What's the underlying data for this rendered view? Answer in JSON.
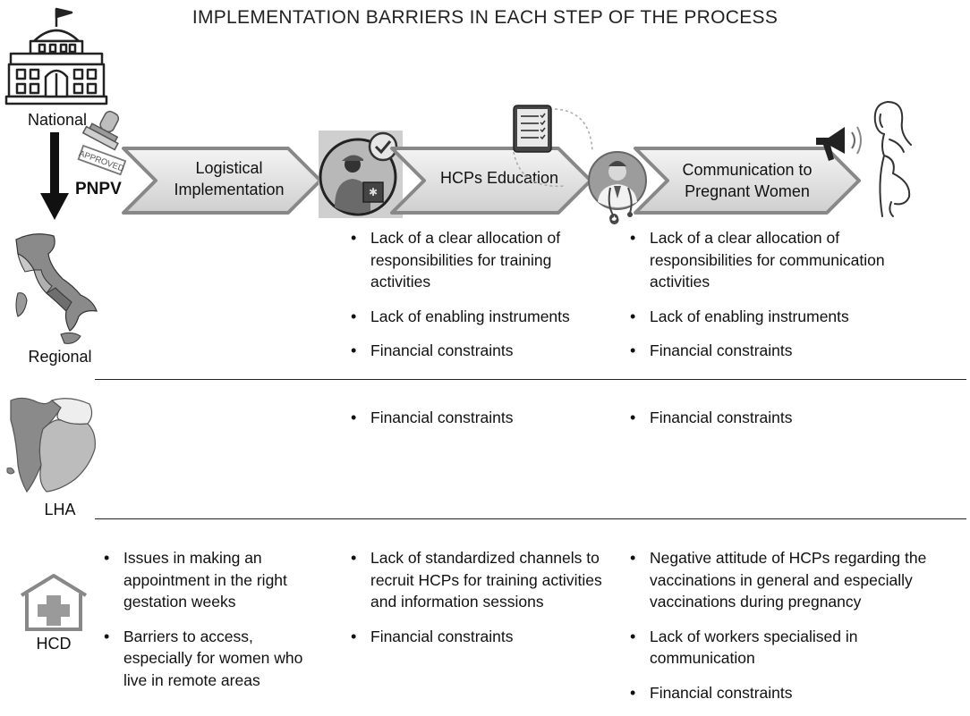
{
  "title": "IMPLEMENTATION BARRIERS IN EACH STEP OF THE PROCESS",
  "levels": {
    "national": "National",
    "regional": "Regional",
    "lha": "LHA",
    "hcd": "HCD"
  },
  "plan_label": "PNPV",
  "stamp_text": "APPROVED",
  "steps": [
    {
      "label_line1": "Logistical",
      "label_line2": "Implementation"
    },
    {
      "label_line1": "HCPs Education"
    },
    {
      "label_line1": "Communication to",
      "label_line2": "Pregnant Women"
    }
  ],
  "barriers": {
    "regional": {
      "hcps_education": [
        "Lack of a clear allocation of responsibilities for training activities",
        "Lack of enabling instruments",
        "Financial constraints"
      ],
      "communication": [
        "Lack of a clear allocation of responsibilities for communication activities",
        "Lack of enabling instruments",
        "Financial constraints"
      ]
    },
    "lha": {
      "hcps_education": [
        "Financial constraints"
      ],
      "communication": [
        "Financial constraints"
      ]
    },
    "hcd": {
      "logistical": [
        "Issues in making an appointment in the right gestation weeks",
        "Barriers to access, especially for women who live in remote areas"
      ],
      "hcps_education": [
        "Lack of standardized channels to recruit HCPs for training activities and information sessions",
        "Financial constraints"
      ],
      "communication": [
        "Negative attitude of HCPs regarding the vaccinations in general and especially vaccinations during pregnancy",
        "Lack of workers specialised in communication",
        "Financial constraints"
      ]
    }
  }
}
